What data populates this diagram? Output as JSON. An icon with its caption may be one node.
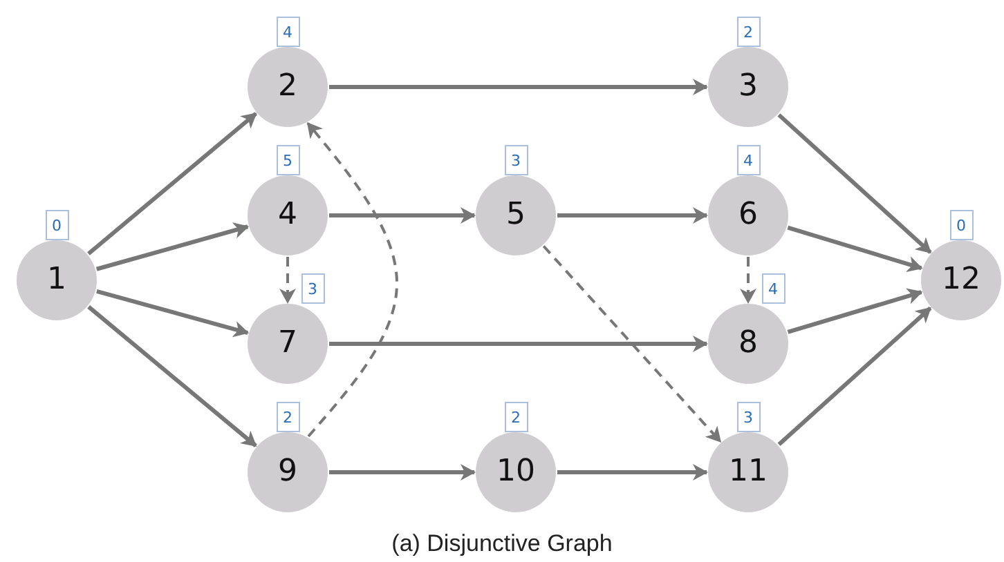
{
  "diagram": {
    "caption": "(a)  Disjunctive Graph",
    "nodes": [
      {
        "text": [
          "1"
        ],
        "beside": [
          "0"
        ]
      },
      {
        "text": [
          "2"
        ],
        "beside": [
          "4"
        ]
      },
      {
        "text": [
          "3"
        ],
        "beside": [
          "2"
        ]
      },
      {
        "text": [
          "4"
        ],
        "beside": [
          "5"
        ]
      },
      {
        "text": [
          "5"
        ],
        "beside": [
          "3"
        ]
      },
      {
        "text": [
          "6"
        ],
        "beside": [
          "4"
        ]
      },
      {
        "text": [
          "7"
        ],
        "beside": [
          "3"
        ]
      },
      {
        "text": [
          "8"
        ],
        "beside": [
          "4"
        ]
      },
      {
        "text": [
          "9"
        ],
        "beside": [
          "2"
        ]
      },
      {
        "text": [
          "10"
        ],
        "beside": [
          "2"
        ]
      },
      {
        "text": [
          "11"
        ],
        "beside": [
          "3"
        ]
      },
      {
        "text": [
          "12"
        ],
        "beside": [
          "0"
        ]
      }
    ],
    "edges": [
      {
        "from": 0,
        "to": 1,
        "arrow": "to"
      },
      {
        "from": 0,
        "to": 3,
        "arrow": "to"
      },
      {
        "from": 0,
        "to": 6,
        "arrow": "to"
      },
      {
        "from": 0,
        "to": 8,
        "arrow": "to"
      },
      {
        "from": 1,
        "to": 2,
        "arrow": "to"
      },
      {
        "from": 3,
        "to": 4,
        "arrow": "to"
      },
      {
        "from": 4,
        "to": 5,
        "arrow": "to"
      },
      {
        "from": 6,
        "to": 7,
        "arrow": "to"
      },
      {
        "from": 8,
        "to": 9,
        "arrow": "to"
      },
      {
        "from": 9,
        "to": 10,
        "arrow": "to"
      },
      {
        "from": 2,
        "to": 11,
        "arrow": "to"
      },
      {
        "from": 5,
        "to": 11,
        "arrow": "to"
      },
      {
        "from": 7,
        "to": 11,
        "arrow": "to"
      },
      {
        "from": 10,
        "to": 11,
        "arrow": "to"
      },
      {
        "from": 3,
        "to": 6,
        "arrow": "to",
        "style": "dashed"
      },
      {
        "from": 5,
        "to": 7,
        "arrow": "to",
        "style": "dashed"
      },
      {
        "from": 4,
        "to": 10,
        "arrow": "to",
        "style": "dashed"
      },
      {
        "from": 8,
        "to": 1,
        "arrow": "to",
        "style": "dashed"
      }
    ]
  }
}
